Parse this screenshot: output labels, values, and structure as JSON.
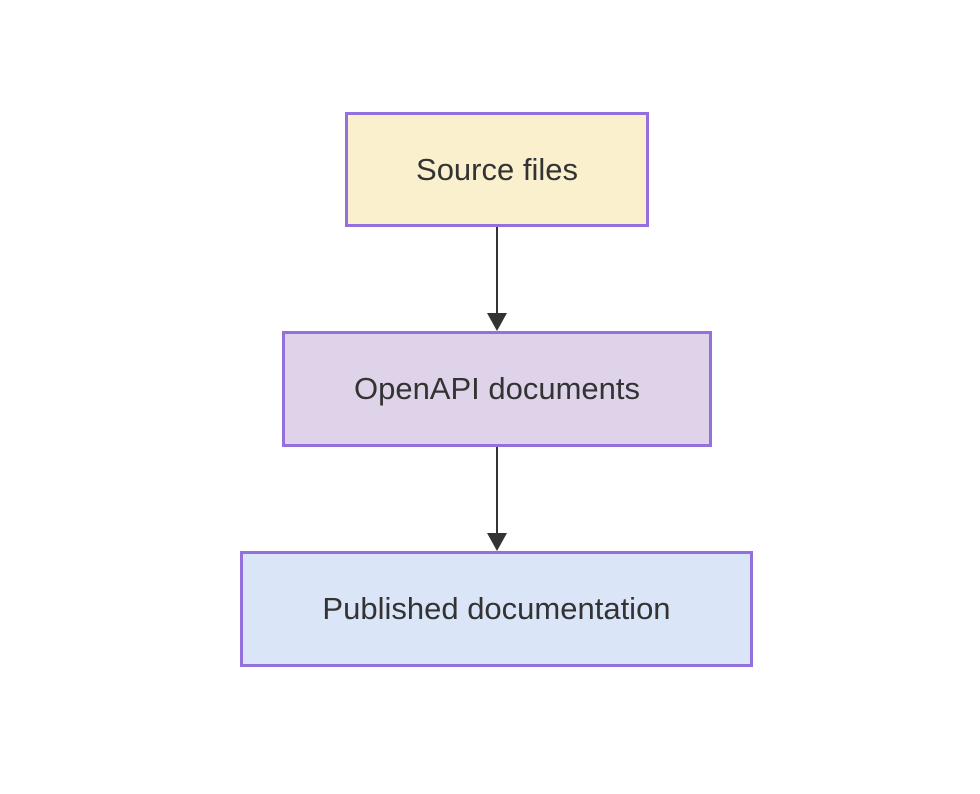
{
  "diagram": {
    "background": "#ffffff",
    "text_color": "#333333",
    "edge_color": "#333333",
    "nodes": [
      {
        "id": "source",
        "label": "Source files",
        "fill": "#faf0ce",
        "border": "#9370db"
      },
      {
        "id": "openapi",
        "label": "OpenAPI documents",
        "fill": "#ded3e9",
        "border": "#9370db"
      },
      {
        "id": "published",
        "label": "Published documentation",
        "fill": "#dbe5f8",
        "border": "#9370db"
      }
    ],
    "edges": [
      {
        "from": "source",
        "to": "openapi"
      },
      {
        "from": "openapi",
        "to": "published"
      }
    ]
  }
}
